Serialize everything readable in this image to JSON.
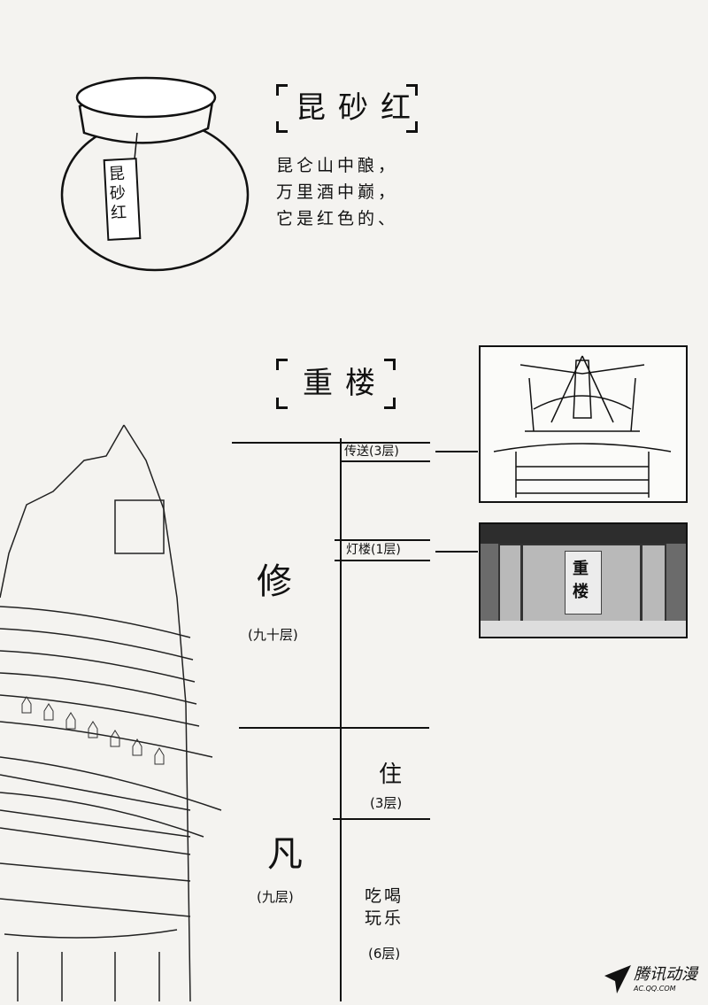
{
  "wine": {
    "title": "昆砂红",
    "label": "昆砂红",
    "poem": [
      "昆仑山中酿，",
      "万里酒中巅，",
      "它是红色的、"
    ]
  },
  "tower": {
    "title": "重楼",
    "upper": {
      "name": "修",
      "floors": "(九十层)",
      "sub": [
        {
          "label": "传送(3层)"
        },
        {
          "label": "灯楼(1层)"
        }
      ]
    },
    "lower": {
      "name": "凡",
      "floors": "(九层)",
      "sub": [
        {
          "label": "住",
          "floors": "(3层)"
        },
        {
          "label": "吃喝玩乐",
          "floors": "(6层)"
        }
      ]
    },
    "lantern_sign": "重楼"
  },
  "watermark": {
    "brand": "腾讯动漫",
    "url": "AC.QQ.COM"
  }
}
